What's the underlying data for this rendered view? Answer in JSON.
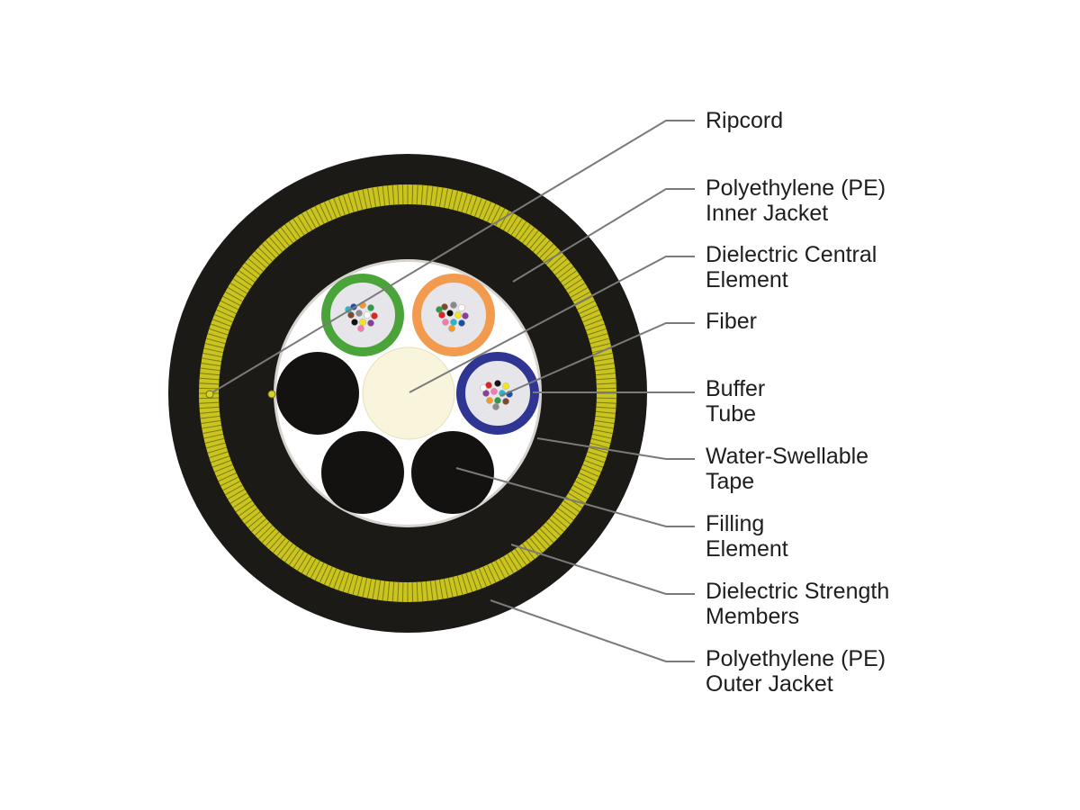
{
  "labels": {
    "ripcord": [
      "Ripcord"
    ],
    "inner_jacket": [
      "Polyethylene (PE)",
      "Inner Jacket"
    ],
    "central_element": [
      "Dielectric Central",
      "Element"
    ],
    "fiber": [
      "Fiber"
    ],
    "buffer_tube": [
      "Buffer",
      "Tube"
    ],
    "water_tape": [
      "Water-Swellable",
      "Tape"
    ],
    "filling_element": [
      "Filling",
      "Element"
    ],
    "strength_members": [
      "Dielectric Strength",
      "Members"
    ],
    "outer_jacket": [
      "Polyethylene (PE)",
      "Outer Jacket"
    ]
  },
  "colors": {
    "jacket": "#1c1a17",
    "strength_yellow": "#c9c41f",
    "core_background": "#ffffff",
    "central_element": "#f8f5dc",
    "tube_green": "#4aa43a",
    "tube_orange": "#f29a4e",
    "tube_blue": "#2e3592",
    "tube_inner": "#e6e6ea",
    "leader_line": "#7a7a7a"
  },
  "fiber_colors": [
    "#1f4ea8",
    "#f39a2b",
    "#2e9a44",
    "#7b4a2a",
    "#8a8a8a",
    "#ffffff",
    "#e2221c",
    "#111111",
    "#f4e61e",
    "#8a3d9a",
    "#f27bb2",
    "#2ab5c9"
  ]
}
